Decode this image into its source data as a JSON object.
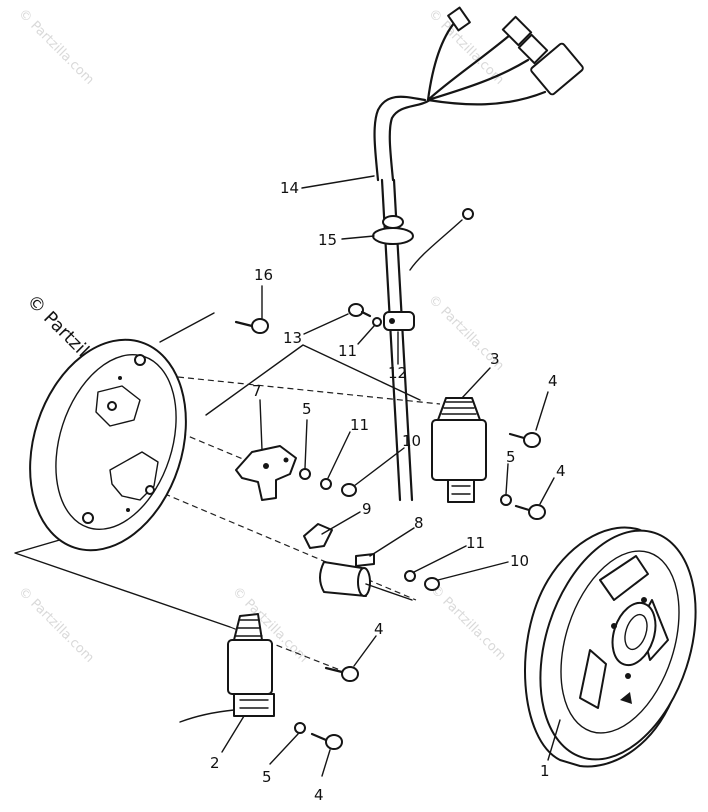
{
  "watermarks": {
    "top_left": "© Partzilla.com",
    "top_right": "© Partzilla.com",
    "middle_left": "© Partzilla.com",
    "middle_right": "© Partzilla.com",
    "bottom_left": "© Partzilla.com",
    "bottom_center": "© Partzilla.com",
    "bottom_right": "© Partzilla.com"
  },
  "callouts": {
    "c1": "1",
    "c2": "2",
    "c3": "3",
    "c4a": "4",
    "c4b": "4",
    "c4c": "4",
    "c4d": "4",
    "c5a": "5",
    "c5b": "5",
    "c5c": "5",
    "c7": "7",
    "c8": "8",
    "c9": "9",
    "c10a": "10",
    "c10b": "10",
    "c11a": "11",
    "c11b": "11",
    "c11c": "11",
    "c12": "12",
    "c13": "13",
    "c14": "14",
    "c15": "15",
    "c16": "16"
  }
}
